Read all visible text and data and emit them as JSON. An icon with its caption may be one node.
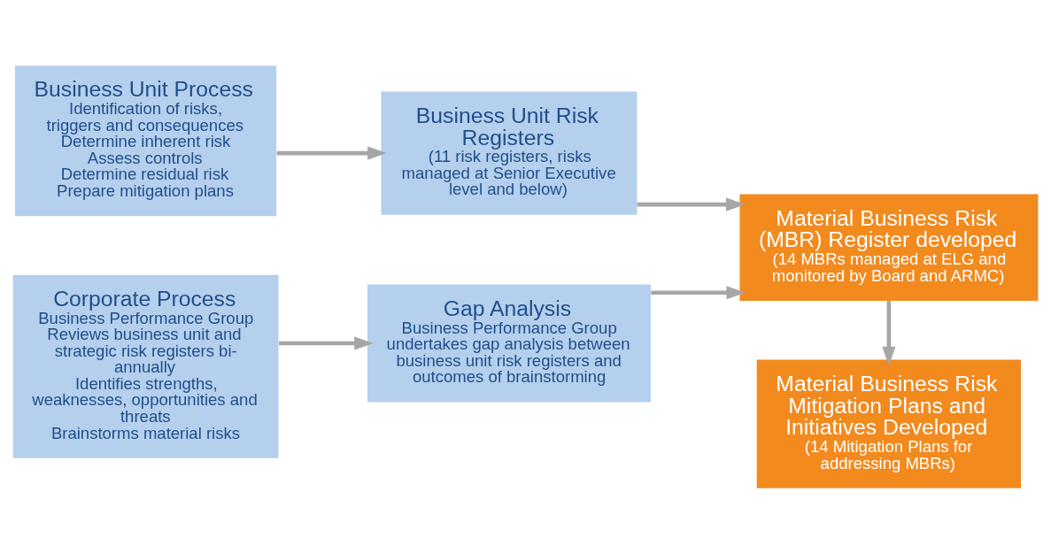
{
  "diagram": {
    "nodes": [
      {
        "text": [
          "Business Unit Process",
          "Identification of risks, triggers and consequences",
          "Determine inherent risk",
          "Assess controls",
          "Determine residual risk",
          "Prepare mitigation plans"
        ]
      },
      {
        "text": [
          "Business Unit Risk Registers",
          "(11 risk registers, risks managed at Senior Executive level and below)"
        ]
      },
      {
        "text": [
          "Corporate Process",
          "Business Performance Group",
          "Reviews business unit and strategic risk registers bi-annually",
          "Identifies strengths, weaknesses, opportunities and threats",
          "Brainstorms material risks"
        ]
      },
      {
        "text": [
          "Gap Analysis",
          "Business Performance Group",
          "undertakes gap analysis between business unit risk registers and outcomes of brainstorming"
        ]
      },
      {
        "text": [
          "Material Business Risk (MBR) Register developed",
          "(14 MBRs managed at ELG and monitored by Board and ARMC)"
        ]
      },
      {
        "text": [
          "Material Business Risk Mitigation Plans and Initiatives Developed",
          "(14 Mitigation Plans for addressing MBRs)"
        ]
      }
    ],
    "edges": [
      {
        "from": 0,
        "to": 1,
        "arrow": "to"
      },
      {
        "from": 2,
        "to": 3,
        "arrow": "to"
      },
      {
        "from": 1,
        "to": 4,
        "arrow": "to"
      },
      {
        "from": 3,
        "to": 4,
        "arrow": "to"
      },
      {
        "from": 4,
        "to": 5,
        "arrow": "to"
      }
    ]
  }
}
